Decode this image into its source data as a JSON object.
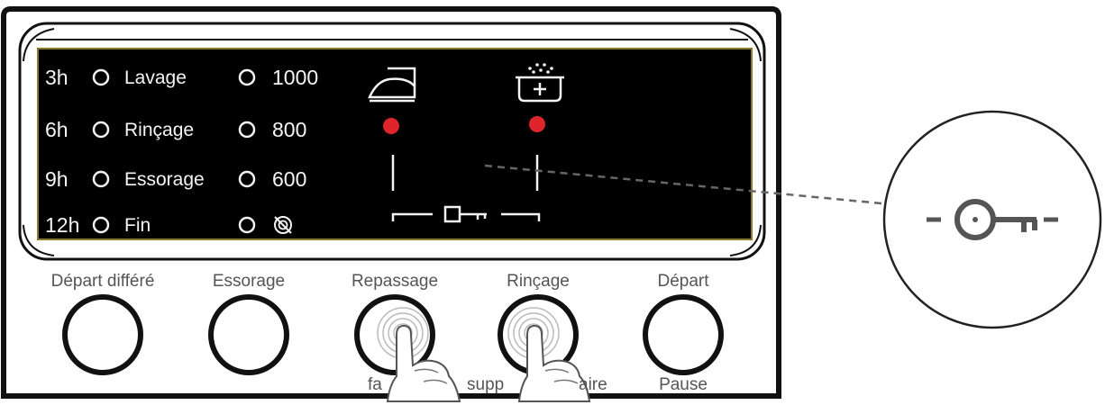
{
  "display": {
    "delay_hours": [
      "3h",
      "6h",
      "9h",
      "12h"
    ],
    "phases": [
      "Lavage",
      "Rinçage",
      "Essorage",
      "Fin"
    ],
    "spin_speeds": [
      "1000",
      "800",
      "600"
    ],
    "spin_off_icon": "no-spin-icon",
    "indicators": [
      {
        "icon": "iron-icon",
        "led_color": "#e0242b"
      },
      {
        "icon": "extra-rinse-icon",
        "led_color": "#e0242b"
      }
    ],
    "lock_icon": "key-icon"
  },
  "buttons": [
    {
      "label": "Départ différé",
      "sublabel": ""
    },
    {
      "label": "Essorage",
      "sublabel": ""
    },
    {
      "label": "Repassage",
      "sublabel": "fa"
    },
    {
      "label": "Rinçage",
      "sublabel": "supp"
    },
    {
      "label": "Départ",
      "sublabel": "Pause"
    }
  ],
  "sublabel_tail": "aire",
  "zoom": {
    "icon": "key-icon"
  },
  "colors": {
    "lcd_bg": "#000000",
    "led": "#e0242b",
    "frame": "#111111",
    "label": "#555555"
  }
}
